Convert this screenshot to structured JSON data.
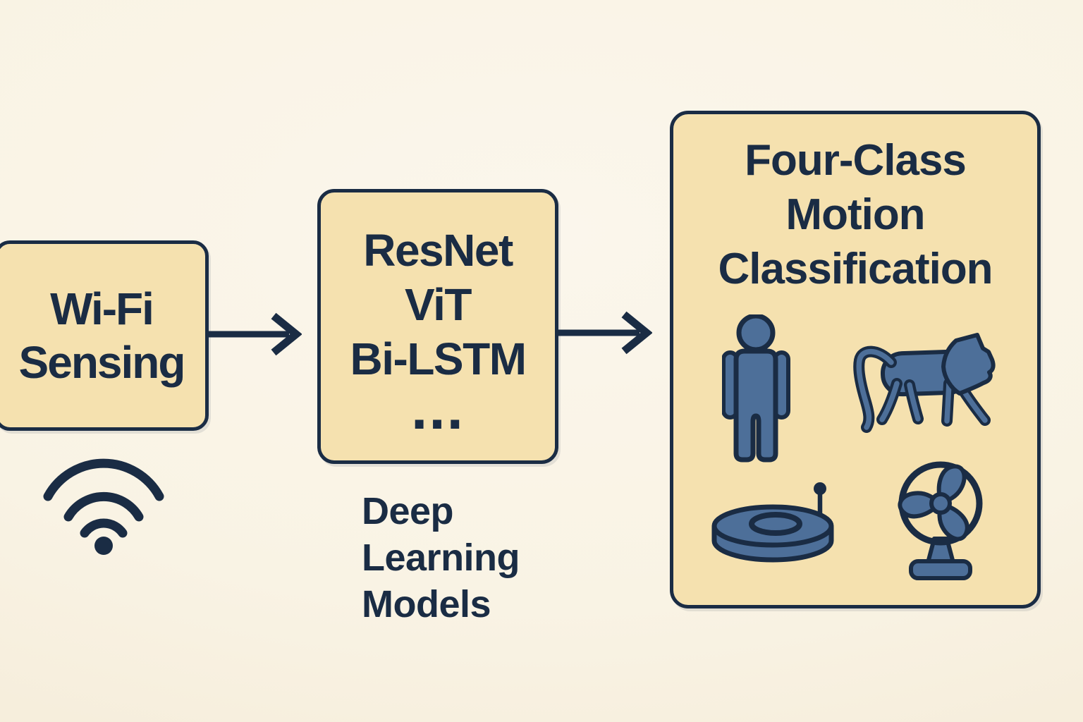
{
  "diagram": {
    "nodes": {
      "wifi_sensing": {
        "lines": [
          "Wi-Fi",
          "Sensing"
        ],
        "icon": "wifi-icon"
      },
      "deep_learning": {
        "lines": [
          "ResNet",
          "ViT",
          "Bi-LSTM",
          "..."
        ]
      },
      "classification": {
        "title_lines": [
          "Four-Class",
          "Motion",
          "Classification"
        ],
        "icons": [
          "person-icon",
          "cat-icon",
          "robot-vacuum-icon",
          "fan-icon"
        ]
      }
    },
    "caption": {
      "lines": [
        "Deep",
        "Learning",
        "Models"
      ]
    },
    "arrows": [
      "arrow-right-icon",
      "arrow-right-icon"
    ]
  },
  "colors": {
    "bg": "#f9f3e4",
    "bg-light": "#fbf6ec",
    "bg-edge": "#f4ead6",
    "box-fill": "#f5e1af",
    "navy": "#1a2c44",
    "icon-blue": "#4d6f99"
  }
}
